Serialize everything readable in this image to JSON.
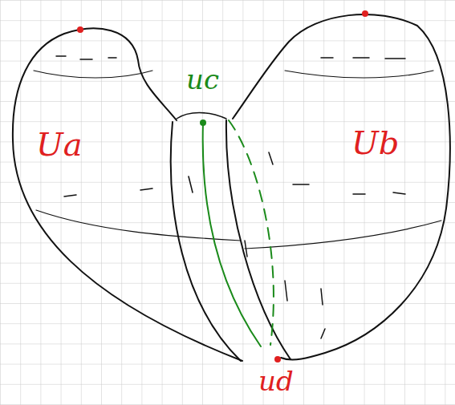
{
  "diagram": {
    "labels": [
      "Ua",
      "Ub",
      "uc",
      "ud"
    ]
  }
}
